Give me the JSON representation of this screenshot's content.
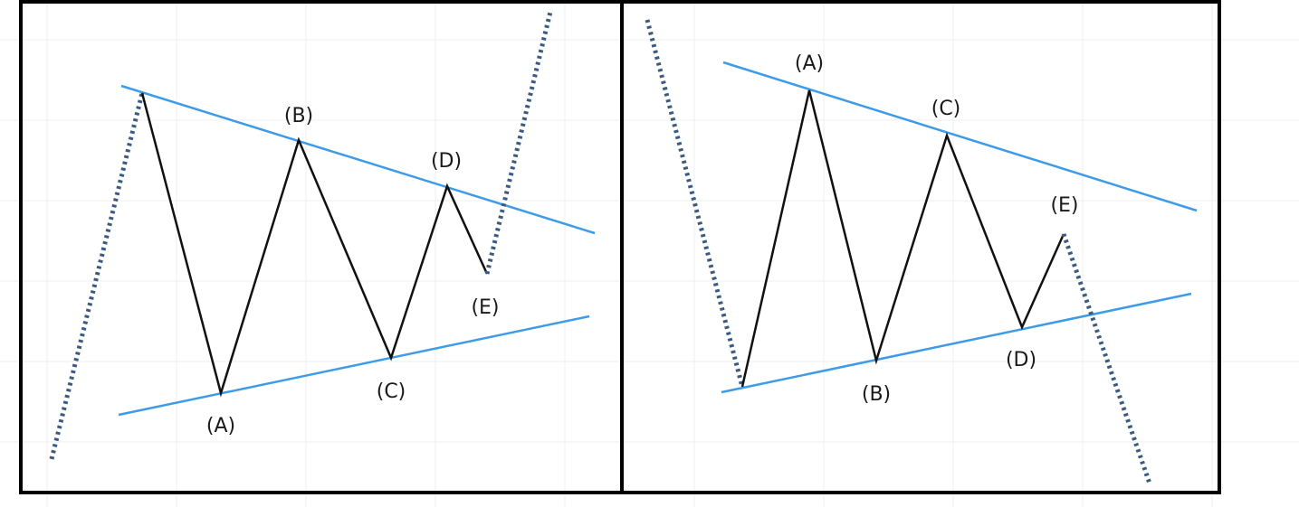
{
  "panels": [
    {
      "name": "contracting-triangle-bullish",
      "labels": {
        "A": "(A)",
        "B": "(B)",
        "C": "(C)",
        "D": "(D)",
        "E": "(E)"
      },
      "colors": {
        "trendline": "#3d9be9",
        "wave": "#111111",
        "breakout": "#3a5a80"
      }
    },
    {
      "name": "contracting-triangle-bearish",
      "labels": {
        "A": "(A)",
        "B": "(B)",
        "C": "(C)",
        "D": "(D)",
        "E": "(E)"
      },
      "colors": {
        "trendline": "#3d9be9",
        "wave": "#111111",
        "breakout": "#3a5a80"
      }
    }
  ]
}
